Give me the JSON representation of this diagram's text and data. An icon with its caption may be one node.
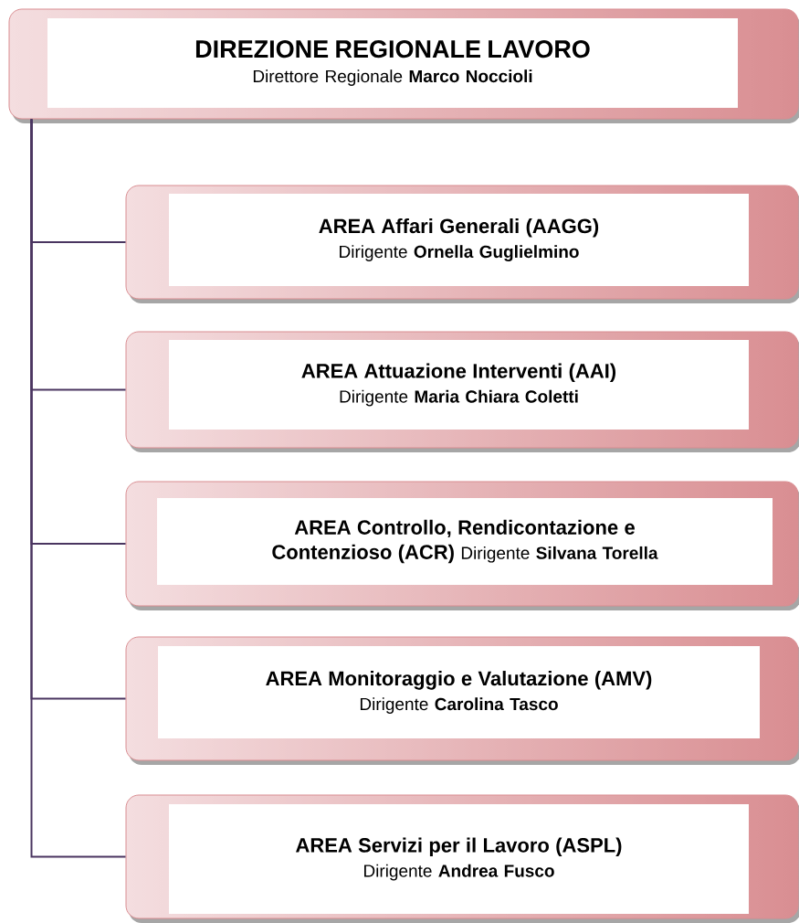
{
  "diagram": {
    "nodes": [
      {
        "text": [
          "DIREZIONE REGIONALE LAVORO",
          "Direttore Regionale **Marco Noccioli**"
        ]
      },
      {
        "text": [
          "AREA Affari Generali (AAGG)",
          "Dirigente **Ornella Guglielmino**"
        ]
      },
      {
        "text": [
          "AREA Attuazione Interventi (AAI)",
          "Dirigente **Maria Chiara Coletti**"
        ]
      },
      {
        "text": [
          "AREA Controllo, Rendicontazione e Contenzioso (ACR)",
          "Dirigente **Silvana Torella**"
        ]
      },
      {
        "text": [
          "AREA Monitoraggio e Valutazione (AMV)",
          "Dirigente **Carolina Tasco**"
        ]
      },
      {
        "text": [
          "AREA Servizi per il Lavoro (ASPL)",
          "Dirigente **Andrea Fusco**"
        ]
      }
    ],
    "edges": [
      {
        "from": 0,
        "to": 1,
        "arrow": "none"
      },
      {
        "from": 0,
        "to": 2,
        "arrow": "none"
      },
      {
        "from": 0,
        "to": 3,
        "arrow": "none"
      },
      {
        "from": 0,
        "to": 4,
        "arrow": "none"
      },
      {
        "from": 0,
        "to": 5,
        "arrow": "none"
      }
    ]
  }
}
